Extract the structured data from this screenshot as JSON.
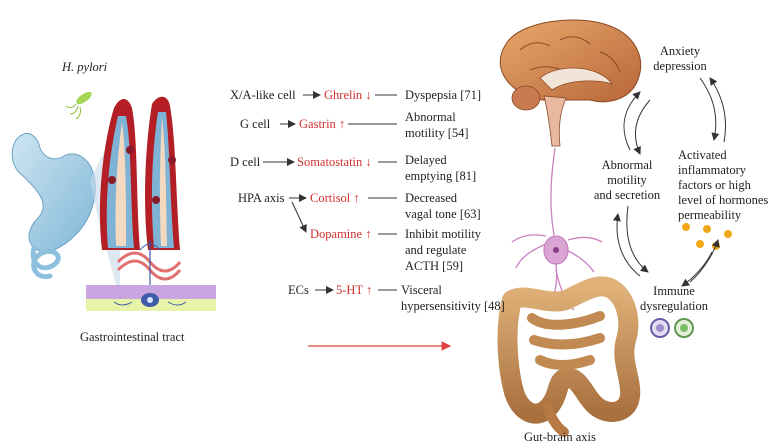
{
  "left_panel": {
    "bacterium_label": "H. pylori",
    "caption": "Gastrointestinal tract"
  },
  "pathways": [
    {
      "source": "X/A-like cell",
      "hormone": "Ghrelin ↓",
      "effect": [
        "Dyspepsia [71]"
      ]
    },
    {
      "source": "G cell",
      "hormone": "Gastrin ↑",
      "effect": [
        "Abnormal",
        "motility [54]"
      ]
    },
    {
      "source": "D cell",
      "hormone": "Somatostatin ↓",
      "effect": [
        "Delayed",
        "emptying [81]"
      ]
    },
    {
      "source": "HPA axis",
      "hormone": "Cortisol ↑",
      "effect": [
        "Decreased",
        "vagal tone [63]"
      ]
    },
    {
      "source": "",
      "hormone": "Dopamine ↑",
      "effect": [
        "Inhibit motility",
        "and regulate",
        "ACTH [59]"
      ]
    },
    {
      "source": "ECs",
      "hormone": "5-HT ↑",
      "effect": [
        "Visceral",
        "hypersensitivity [48]"
      ]
    }
  ],
  "right_panel": {
    "caption": "Gut-brain axis",
    "anxiety": [
      "Anxiety",
      "depression"
    ],
    "motility": [
      "Abnormal",
      "motility",
      "and secretion"
    ],
    "inflammatory": [
      "Activated",
      "inflammatory",
      "factors or high",
      "level of hormones",
      "permeability"
    ],
    "immune": [
      "Immune",
      "dysregulation"
    ]
  },
  "colors": {
    "hormone_red": "#d0312d",
    "arrow_red": "#e04040",
    "brain": "#d9955f",
    "intestine": "#c9925a",
    "stomach": "#a8d0e6"
  }
}
